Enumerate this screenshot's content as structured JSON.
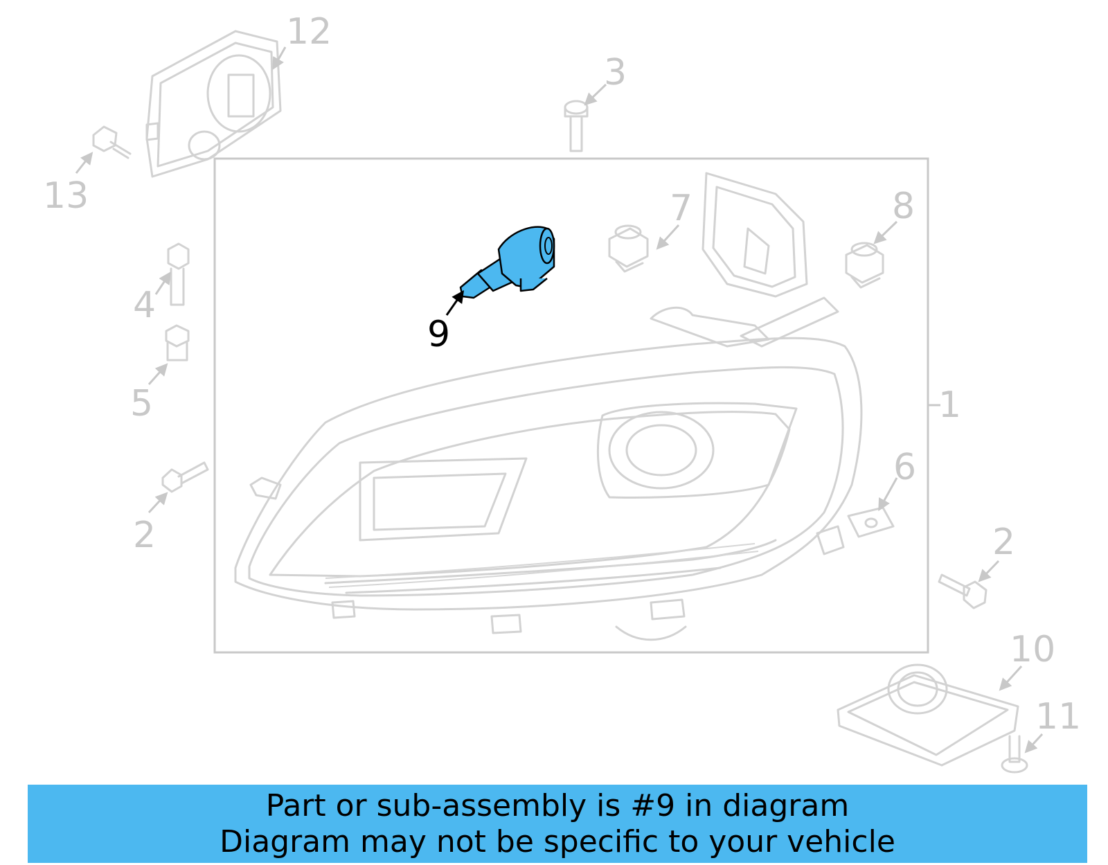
{
  "callouts": {
    "c1": "1",
    "c2a": "2",
    "c2b": "2",
    "c3": "3",
    "c4": "4",
    "c5": "5",
    "c6": "6",
    "c7": "7",
    "c8": "8",
    "c9": "9",
    "c10": "10",
    "c11": "11",
    "c12": "12",
    "c13": "13"
  },
  "highlighted_part": "9",
  "colors": {
    "highlight": "#4cb8f0",
    "line_art": "#d2d2d2",
    "callout_text": "#c8c8c8"
  },
  "footer": {
    "line1": "Part or sub-assembly is #9 in diagram",
    "line2": "Diagram may not be specific to your vehicle"
  }
}
